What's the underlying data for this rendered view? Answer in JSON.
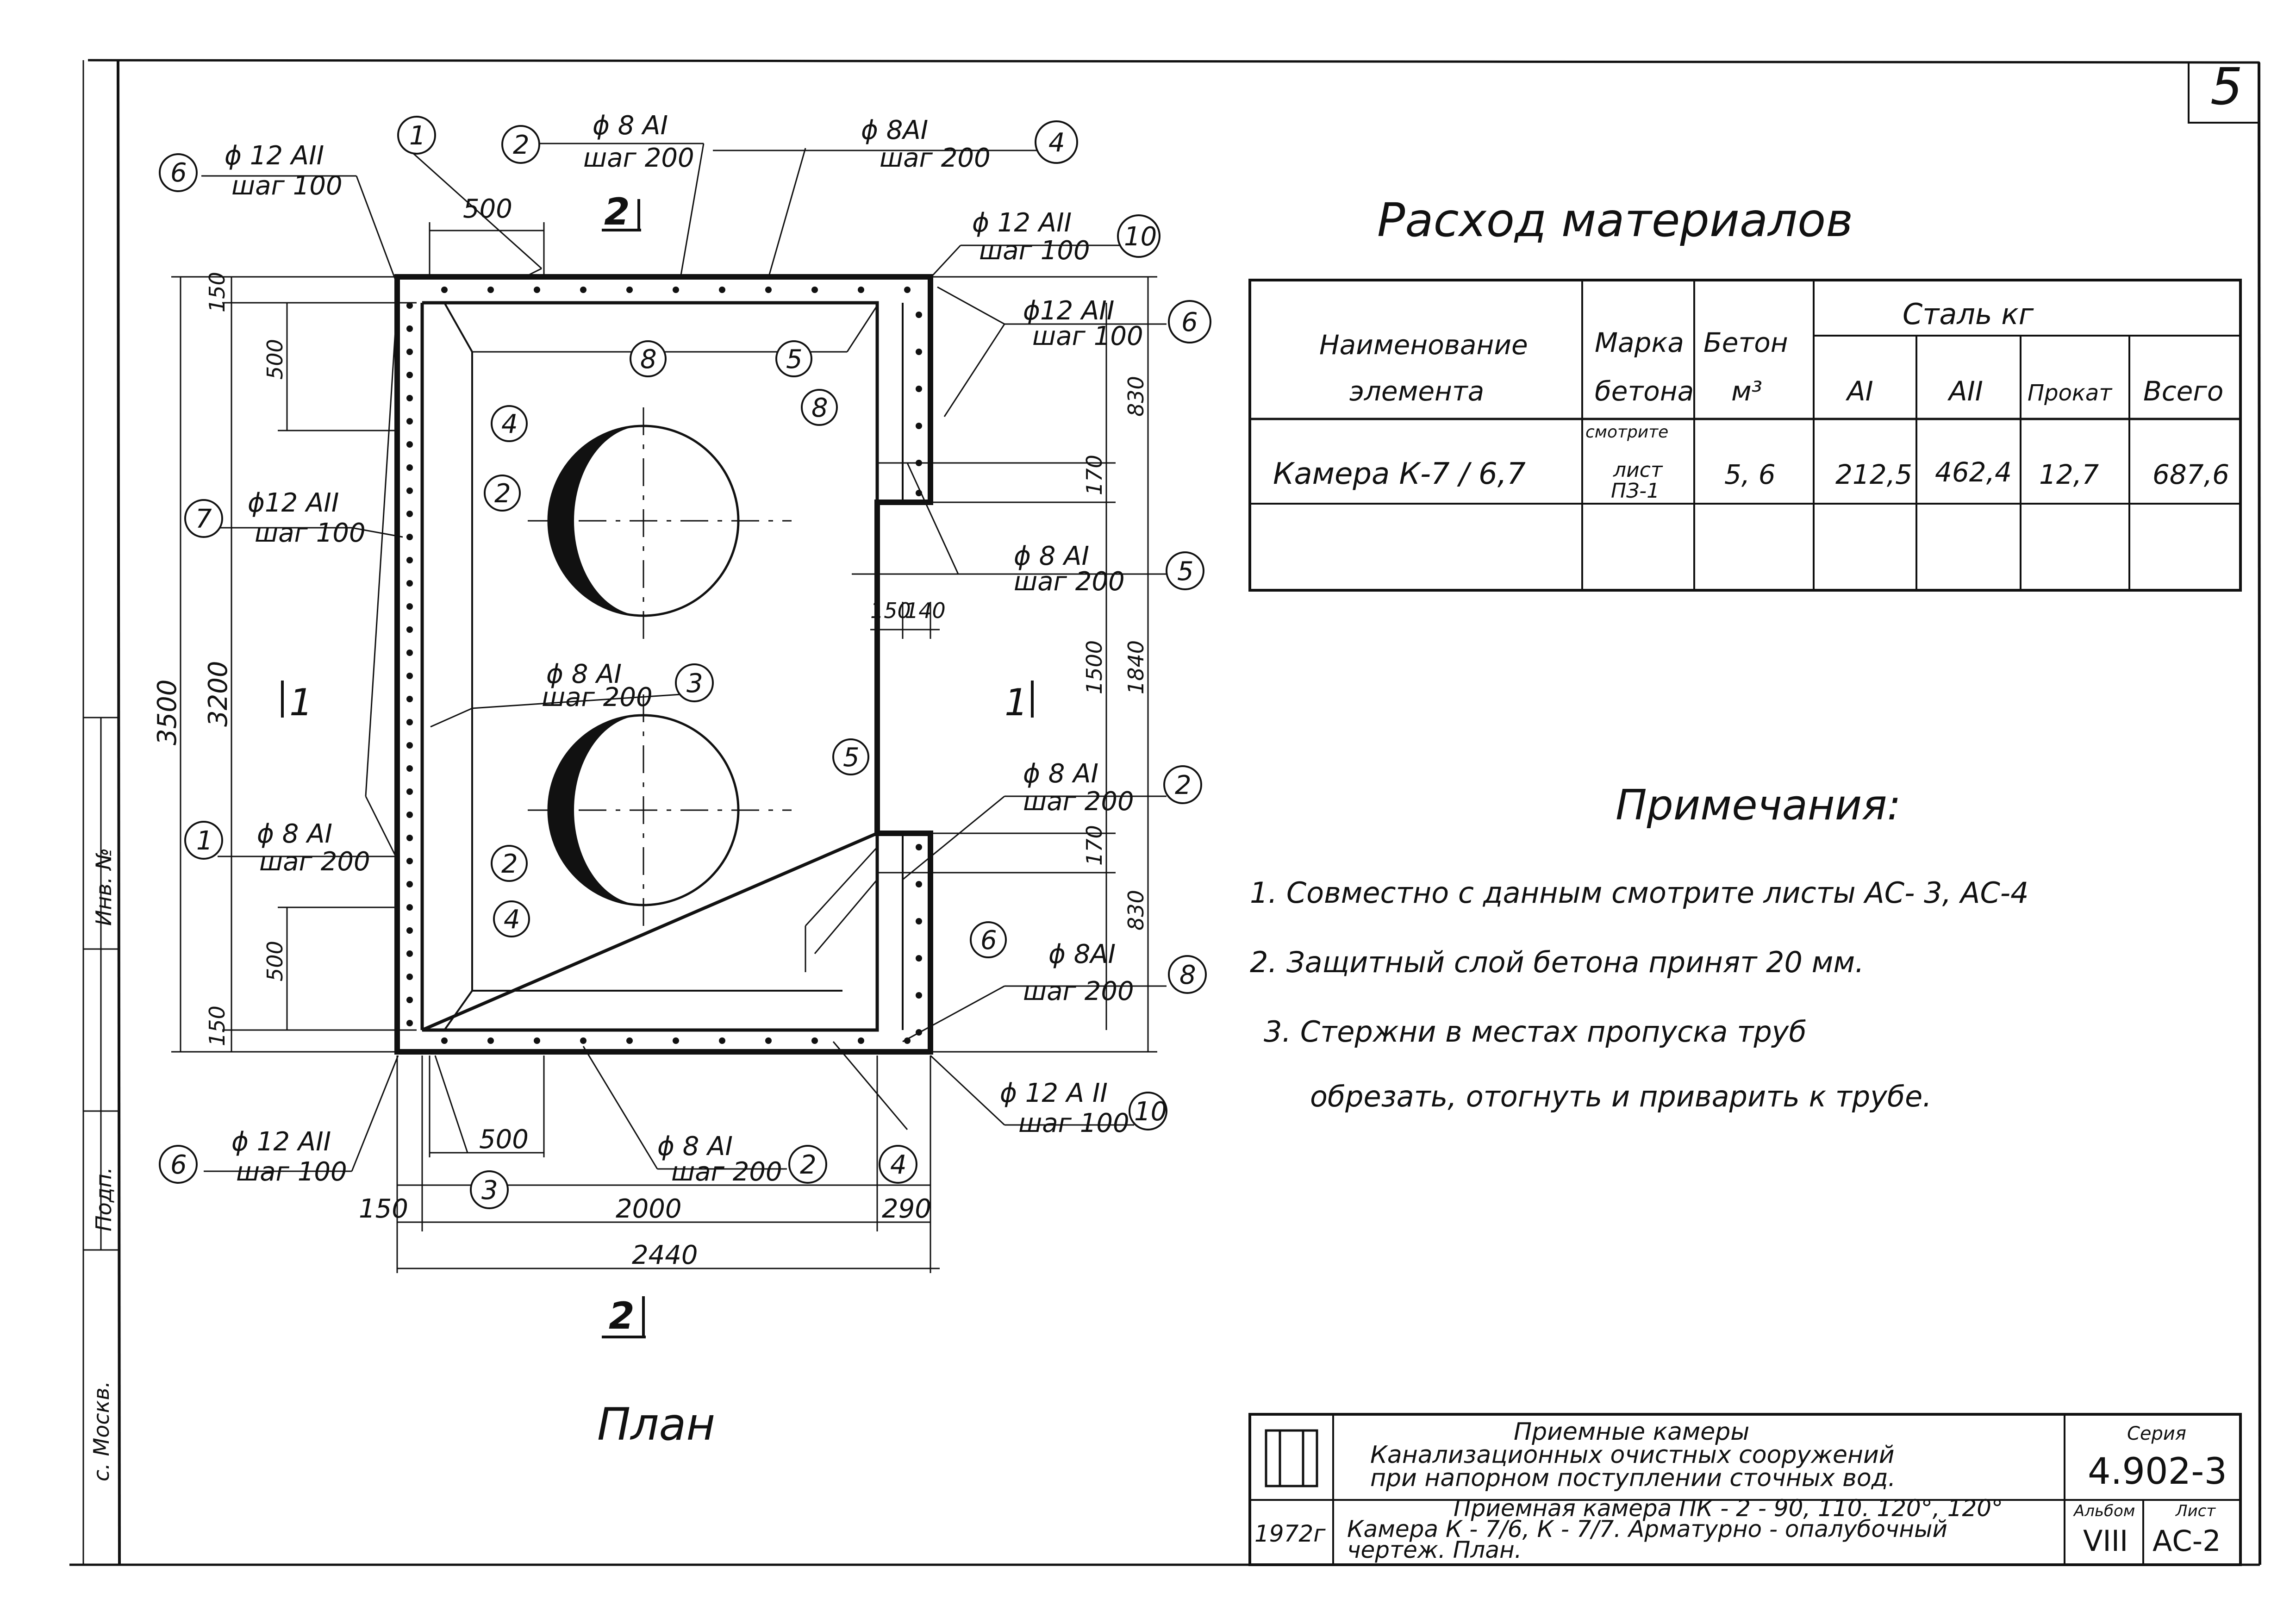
{
  "sheet_number": "5",
  "plan": {
    "title": "План",
    "section_labels": {
      "sec1_left": "1",
      "sec1_right": "1",
      "sec2_top": "2",
      "sec2_bottom": "2"
    },
    "dimensions": {
      "overall_height": "3500",
      "inner_height": "3200",
      "top_wall": "150",
      "bottom_wall": "150",
      "top_bar_offset": "500",
      "left_500_top": "500",
      "left_500_bottom": "500",
      "bottom_bar_offset": "500",
      "bottom_left_wall": "150",
      "bottom_inner_width": "2000",
      "bottom_right": "290",
      "overall_width": "2440",
      "right_830_top": "830",
      "right_170_top": "170",
      "right_1500": "1500",
      "right_1840": "1840",
      "right_170_bottom": "170",
      "right_830_bottom": "830",
      "niche_150": "150",
      "niche_140": "140"
    },
    "callouts": [
      {
        "num": "6",
        "spec": "ϕ 12 AII",
        "step": "шаг 100"
      },
      {
        "num": "1",
        "spec": "",
        "step": ""
      },
      {
        "num": "2",
        "spec": "ϕ 8 AI",
        "step": "шаг 200"
      },
      {
        "num": "4",
        "spec": "ϕ 8AI",
        "step": "шаг 200"
      },
      {
        "num": "10",
        "spec": "ϕ 12 AII",
        "step": "шаг 100"
      },
      {
        "num": "6",
        "spec": "ϕ12 AII",
        "step": "шаг 100"
      },
      {
        "num": "7",
        "spec": "ϕ12 AII",
        "step": "шаг 100"
      },
      {
        "num": "5",
        "spec": "ϕ 8 AI",
        "step": "шаг 200"
      },
      {
        "num": "3",
        "spec": "ϕ 8 AI",
        "step": "шаг 200"
      },
      {
        "num": "2",
        "spec": "ϕ 8     AI",
        "step": "шаг       200"
      },
      {
        "num": "1",
        "spec": "ϕ 8 AI",
        "step": "шаг 200"
      },
      {
        "num": "8",
        "spec": "ϕ 8AI",
        "step": "шаг 200"
      },
      {
        "num": "10",
        "spec": "ϕ 12 A II",
        "step": "шаг 100"
      },
      {
        "num": "6",
        "spec": "ϕ 12 AII",
        "step": "шаг 100"
      },
      {
        "num": "2",
        "spec": "ϕ 8 AI",
        "step": "шаг 200"
      }
    ],
    "inner_marks": [
      "8",
      "5",
      "8",
      "4",
      "2",
      "2",
      "4",
      "5",
      "6",
      "3",
      "4"
    ]
  },
  "materials": {
    "title": "Расход       материалов",
    "headers": {
      "name": [
        "Наименование",
        "элемента"
      ],
      "grade": [
        "Марка",
        "бетона"
      ],
      "concrete": [
        "Бетон",
        "м³"
      ],
      "steel": "Сталь       кг",
      "ai": "AI",
      "aii": "AII",
      "rolled": "Прокат",
      "total": "Всего"
    },
    "rows": [
      {
        "name": "Камера    К-7 / 6,7",
        "grade_top": "смотрите",
        "grade": [
          "лист",
          "ПЗ-1"
        ],
        "concrete": "5, 6",
        "ai": "212,5",
        "aii": "462,4",
        "rolled": "12,7",
        "total": "687,6"
      }
    ]
  },
  "notes": {
    "title": "Примечания:",
    "items": [
      "1.  Совместно     с данным     смотрите листы АС- 3, АС-4",
      "2.  Защитный     слой     бетона     принят     20 мм.",
      "3.  Стержни    в    местах    пропуска    труб",
      "обрезать,   отогнуть   и   приварить   к трубе."
    ]
  },
  "title_block": {
    "logo": "ТП",
    "year": "1972г",
    "project": [
      "Приемные         камеры",
      "Канализационных      очистных       сооружений",
      "при  напорном   поступлении   сточных  вод."
    ],
    "drawing": [
      "Приемная   камера ПК - 2 - 90, 110. 120°, 120°",
      "Камера  К - 7/6,  К - 7/7.   Арматурно - опалубочный",
      "чертеж.          План."
    ],
    "series_label": "Серия",
    "series": "4.902-3",
    "album_label": "Альбом",
    "album": "VIII",
    "sheet_label": "Лист",
    "sheet": "АС-2"
  },
  "side_stamp": [
    "с. Москв.",
    "Подп.",
    "Инв. №"
  ]
}
